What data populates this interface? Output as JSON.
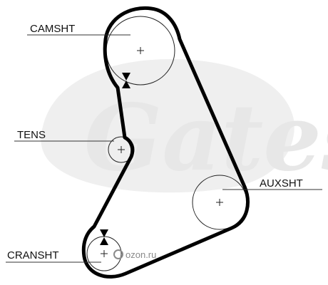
{
  "watermark": {
    "brand": "Gates",
    "brand_color": "#e7e7e7"
  },
  "labels": {
    "camshaft": "CAMSHT",
    "tensioner": "TENS",
    "auxiliary": "AUXSHT",
    "crankshaft": "CRANSHT"
  },
  "site_badge": {
    "text": "ozon.ru",
    "icon": "ozon-logo-icon",
    "color": "#8a8a8a"
  },
  "colors": {
    "belt": "#000000",
    "pulley": "#222222",
    "text": "#111111"
  }
}
